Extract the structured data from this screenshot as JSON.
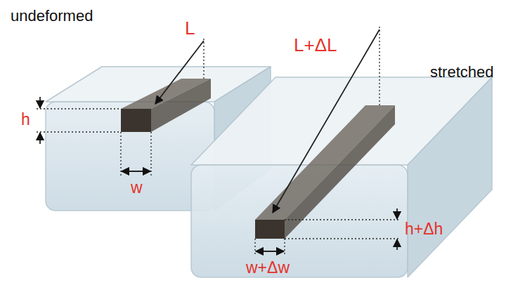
{
  "diagram": {
    "labels": [
      "undeformed",
      "L",
      "h",
      "w",
      "stretched",
      "L+ΔL",
      "w+Δw",
      "h+Δh"
    ]
  }
}
